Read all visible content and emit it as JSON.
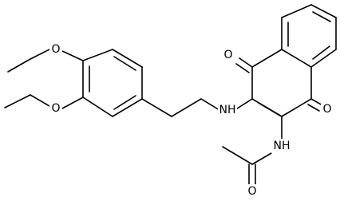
{
  "colors": {
    "background": "#ffffff",
    "ink": "#000000"
  },
  "atoms": {
    "o_ethoxy_top": "O",
    "o_ethoxy_bottom": "O",
    "nh_amine": "NH",
    "nh_amide": "NH",
    "o_quinone_top": "O",
    "o_quinone_right": "O",
    "o_carbonyl": "O"
  }
}
